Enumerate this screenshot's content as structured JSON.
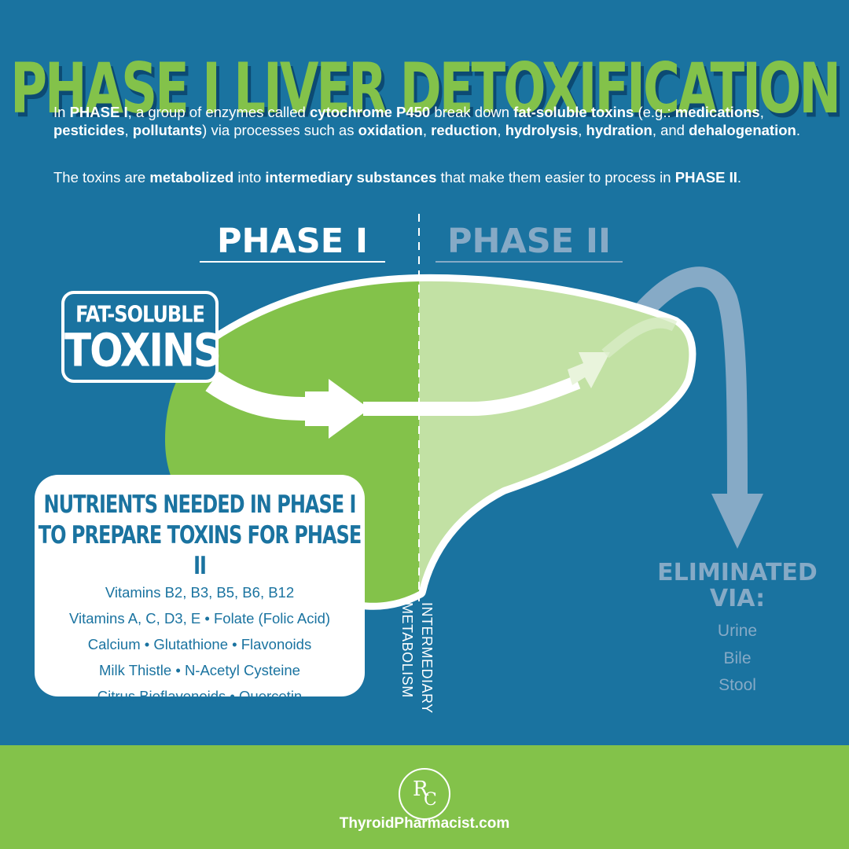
{
  "title": "PHASE I LIVER DETOXIFICATION",
  "intro": {
    "p1": [
      {
        "t": "In ",
        "b": false
      },
      {
        "t": "PHASE I",
        "b": true
      },
      {
        "t": ", a group of enzymes called ",
        "b": false
      },
      {
        "t": "cytochrome P450",
        "b": true
      },
      {
        "t": " break down ",
        "b": false
      },
      {
        "t": "fat-soluble toxins",
        "b": true
      },
      {
        "t": " (e.g.: ",
        "b": false
      },
      {
        "t": "medications",
        "b": true
      },
      {
        "t": ", ",
        "b": false
      },
      {
        "t": "pesticides",
        "b": true
      },
      {
        "t": ", ",
        "b": false
      },
      {
        "t": "pollutants",
        "b": true
      },
      {
        "t": ") via processes such as ",
        "b": false
      },
      {
        "t": "oxidation",
        "b": true
      },
      {
        "t": ", ",
        "b": false
      },
      {
        "t": "reduction",
        "b": true
      },
      {
        "t": ", ",
        "b": false
      },
      {
        "t": "hydrolysis",
        "b": true
      },
      {
        "t": ", ",
        "b": false
      },
      {
        "t": "hydration",
        "b": true
      },
      {
        "t": ", and ",
        "b": false
      },
      {
        "t": "dehalogenation",
        "b": true
      },
      {
        "t": ".",
        "b": false
      }
    ],
    "p2": [
      {
        "t": "The toxins are ",
        "b": false
      },
      {
        "t": "metabolized",
        "b": true
      },
      {
        "t": " into ",
        "b": false
      },
      {
        "t": "intermediary substances",
        "b": true
      },
      {
        "t": " that make them easier to process in ",
        "b": false
      },
      {
        "t": "PHASE II",
        "b": true
      },
      {
        "t": ".",
        "b": false
      }
    ]
  },
  "phase1_label": "PHASE I",
  "phase2_label": "PHASE II",
  "toxins_box": {
    "line1": "FAT-SOLUBLE",
    "line2": "TOXINS"
  },
  "nutrients_box": {
    "heading_line1": "NUTRIENTS NEEDED IN PHASE I",
    "heading_line2": "TO PREPARE TOXINS FOR PHASE II",
    "items": [
      "Vitamins B2, B3, B5, B6, B12",
      "Vitamins A, C, D3, E • Folate (Folic Acid)",
      "Calcium • Glutathione • Flavonoids",
      "Milk Thistle • N-Acetyl Cysteine",
      "Citrus Bioflavonoids • Quercetin"
    ]
  },
  "intermediary_label": {
    "line1": "INTERMEDIARY",
    "line2": "METABOLISM"
  },
  "eliminated": {
    "heading_line1": "ELIMINATED",
    "heading_line2": "VIA:",
    "items": [
      "Urine",
      "Bile",
      "Stool"
    ]
  },
  "footer": {
    "logo_r": "R",
    "logo_c": "C",
    "site": "ThyroidPharmacist.com"
  },
  "colors": {
    "blue": "#1a73a0",
    "dark_blue": "#0c4a73",
    "green": "#83c24a",
    "light_green": "#c2e1a4",
    "muted_blue": "#86aac6",
    "white": "#ffffff"
  }
}
